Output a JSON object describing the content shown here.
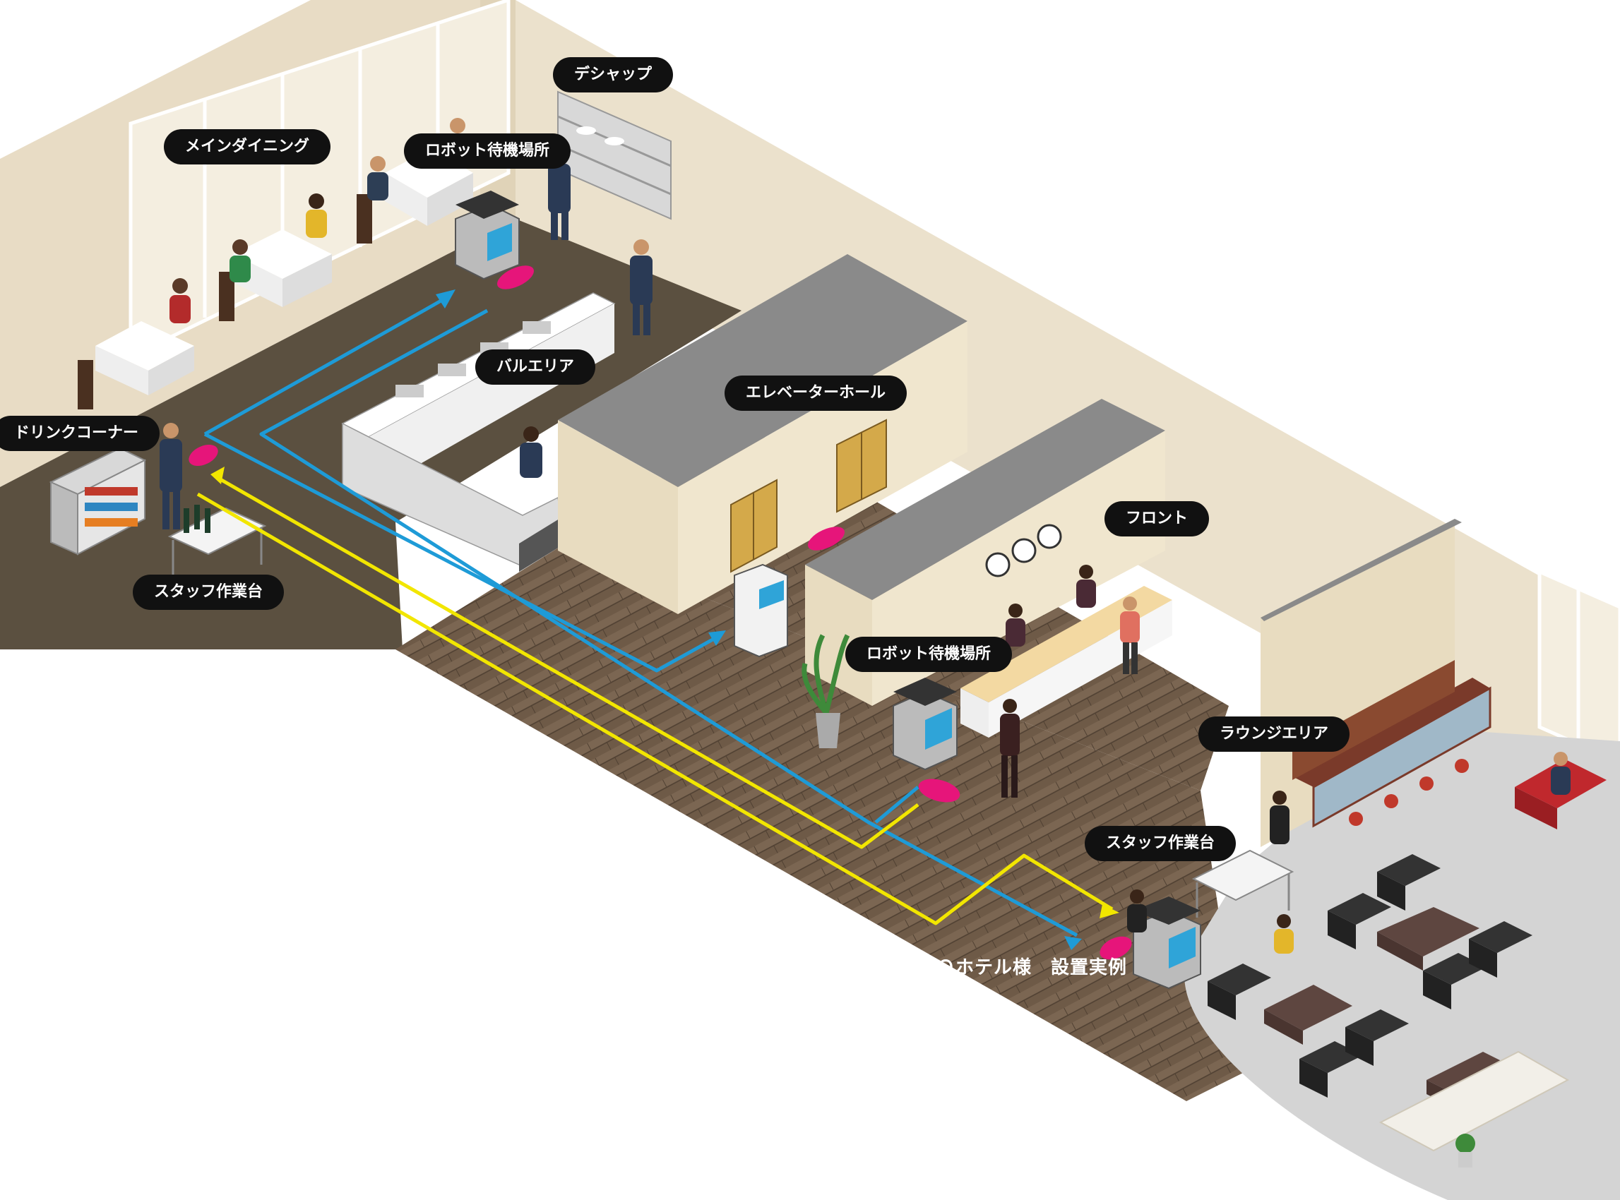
{
  "labels": {
    "dishup": "デシャップ",
    "main_dining": "メインダイニング",
    "robot_standby_1": "ロボット待機場所",
    "buffet_area": "バルエリア",
    "elevator_hall": "エレベーターホール",
    "drink_corner": "ドリンクコーナー",
    "staff_table_1": "スタッフ作業台",
    "front": "フロント",
    "robot_standby_2": "ロボット待機場所",
    "lounge_area": "ラウンジエリア",
    "staff_table_2": "スタッフ作業台"
  },
  "caption": "Ｏホテル様　設置実例",
  "colors": {
    "route_blue": "#1e9bd7",
    "route_yellow": "#f2e600",
    "marker_pink": "#e6157a",
    "wall": "#e6dcc6",
    "floor_dark": "#5b5040",
    "floor_wood": "#6d5a48",
    "lounge_floor": "#d4d4d4",
    "label_bg": "#111111"
  },
  "icons": [
    "robot-icon",
    "elevator-door-icon",
    "clock-icon",
    "plant-icon",
    "sofa-icon",
    "person-icon",
    "table-icon"
  ]
}
